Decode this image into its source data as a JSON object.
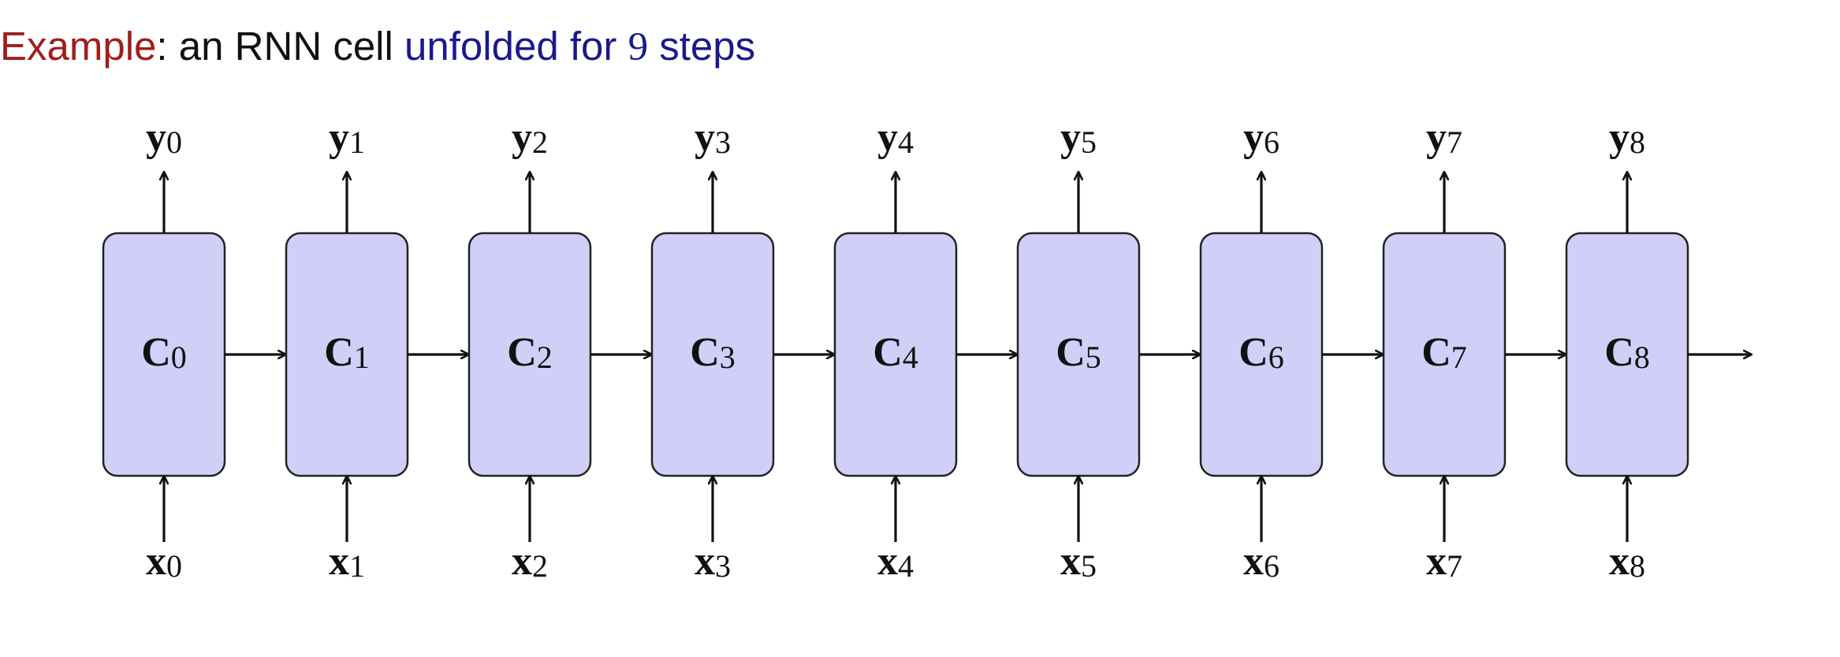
{
  "title": {
    "label": "Example",
    "separator": ": an RNN cell ",
    "highlight_prefix": "unfolded for ",
    "highlight_number": "9",
    "highlight_suffix": " steps"
  },
  "diagram": {
    "colors": {
      "cell_fill": "#cfcff7",
      "cell_stroke": "#222222",
      "arrow": "#111111",
      "title_label": "#a11d1d",
      "title_highlight": "#1a1a8c"
    },
    "steps": [
      {
        "cell": "C",
        "output": "y",
        "input": "x",
        "index": "0"
      },
      {
        "cell": "C",
        "output": "y",
        "input": "x",
        "index": "1"
      },
      {
        "cell": "C",
        "output": "y",
        "input": "x",
        "index": "2"
      },
      {
        "cell": "C",
        "output": "y",
        "input": "x",
        "index": "3"
      },
      {
        "cell": "C",
        "output": "y",
        "input": "x",
        "index": "4"
      },
      {
        "cell": "C",
        "output": "y",
        "input": "x",
        "index": "5"
      },
      {
        "cell": "C",
        "output": "y",
        "input": "x",
        "index": "6"
      },
      {
        "cell": "C",
        "output": "y",
        "input": "x",
        "index": "7"
      },
      {
        "cell": "C",
        "output": "y",
        "input": "x",
        "index": "8"
      }
    ]
  }
}
